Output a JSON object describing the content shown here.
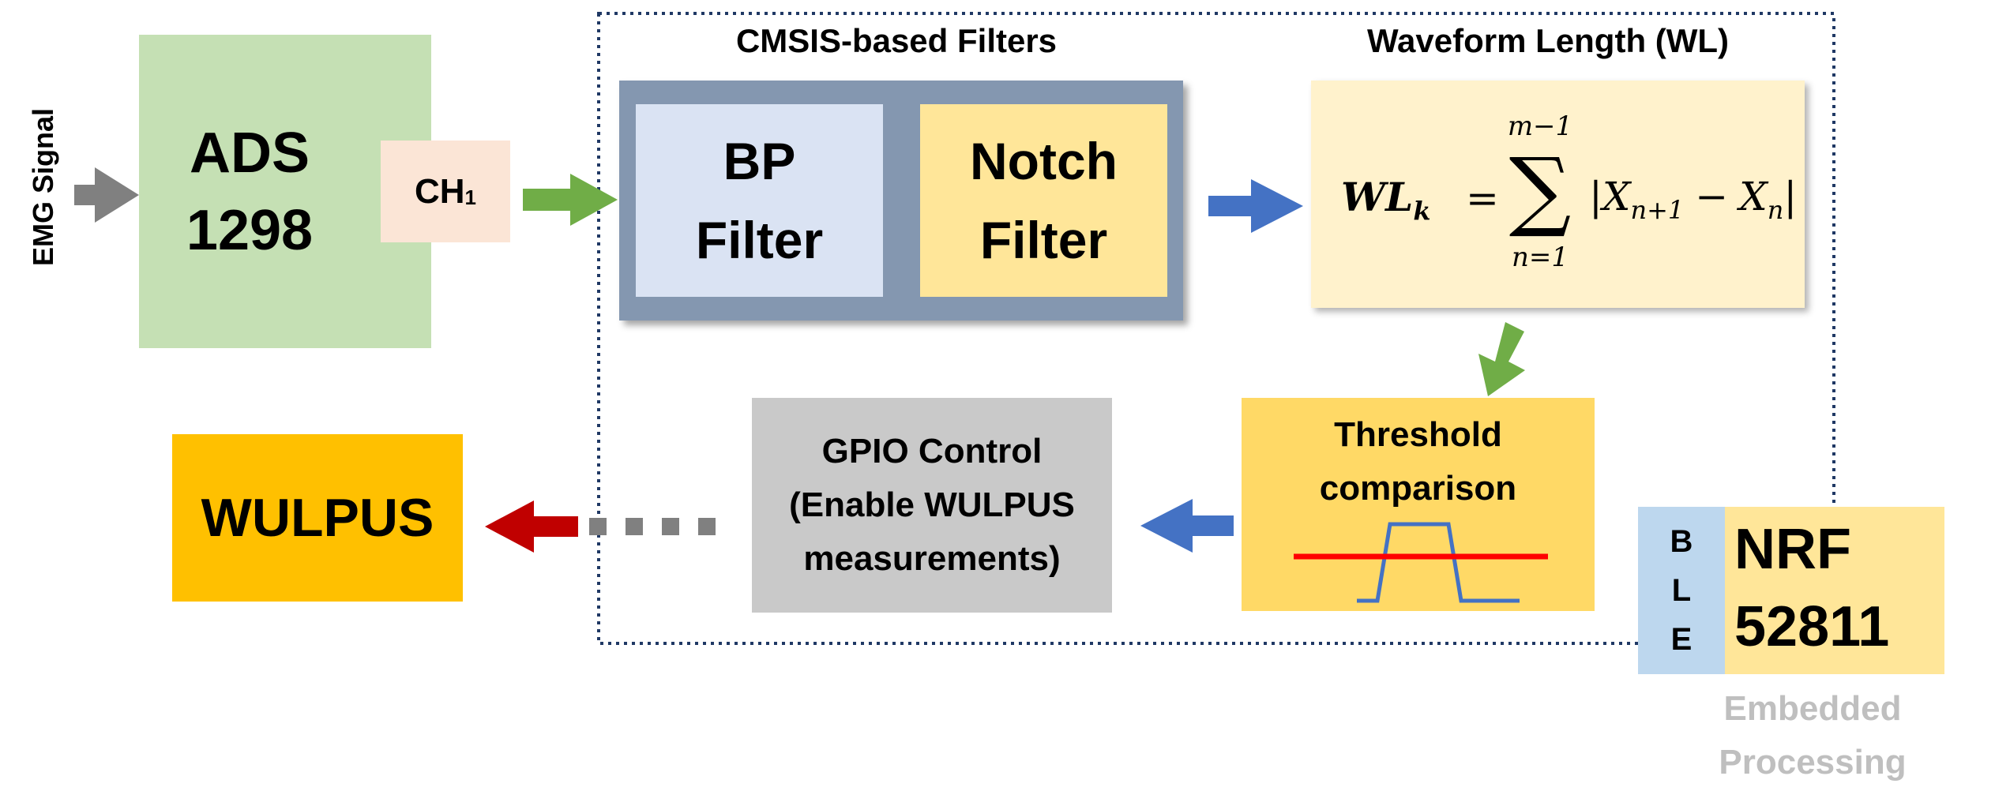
{
  "input": {
    "label": "EMG Signal"
  },
  "adc": {
    "name_line1": "ADS",
    "name_line2": "1298",
    "channel_main": "CH",
    "channel_sub": "1"
  },
  "processing": {
    "filters_heading": "CMSIS-based Filters",
    "bp_line1": "BP",
    "bp_line2": "Filter",
    "notch_line1": "Notch",
    "notch_line2": "Filter",
    "wl_heading": "Waveform Length (WL)",
    "wl_formula": {
      "lhs_main": "WL",
      "lhs_sub": "k",
      "equals": "=",
      "sum_upper": "m−1",
      "sum_symbol": "∑",
      "sum_lower": "n=1",
      "abs_open": "|",
      "term1_main": "X",
      "term1_sub": "n+1",
      "minus": "−",
      "term2_main": "X",
      "term2_sub": "n",
      "abs_close": "|"
    },
    "threshold_line1": "Threshold",
    "threshold_line2": "comparison",
    "gpio_line1": "GPIO Control",
    "gpio_line2": "(Enable WULPUS",
    "gpio_line3": "measurements)"
  },
  "output": {
    "label": "WULPUS"
  },
  "mcu": {
    "ble_letters": [
      "B",
      "L",
      "E"
    ],
    "name_line1": "NRF",
    "name_line2": "52811"
  },
  "caption": {
    "line1": "Embedded",
    "line2": "Processing"
  },
  "colors": {
    "adc_fill": "#c5e0b4",
    "channel_fill": "#fbe5d6",
    "filters_frame": "#8497b0",
    "bp_fill": "#dae3f3",
    "notch_fill": "#ffe699",
    "wl_fill": "#fff2cc",
    "threshold_fill": "#ffd966",
    "gpio_fill": "#c9c9c9",
    "wulpus_fill": "#ffc000",
    "ble_fill": "#bdd7ee",
    "nrf_fill": "#ffe699",
    "arrow_gray": "#808080",
    "arrow_green": "#70ad47",
    "arrow_blue": "#4472c4",
    "arrow_red": "#c00000",
    "threshold_line": "#ff0000",
    "pulse": "#4472c4",
    "caption_text": "#bfbfbf",
    "dotted_frame": "#1f3864"
  }
}
